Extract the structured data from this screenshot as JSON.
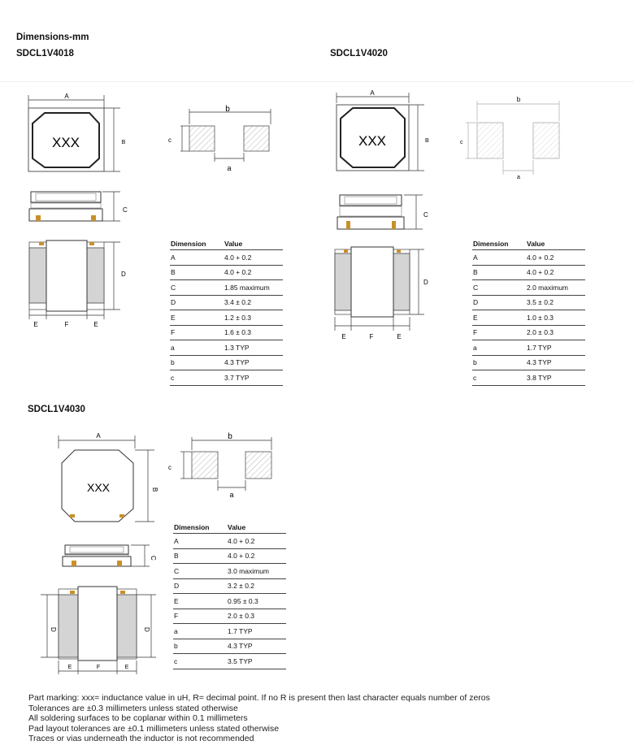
{
  "header": {
    "title": "Dimensions-mm",
    "part1": "SDCL1V4018",
    "part2": "SDCL1V4020",
    "part3": "SDCL1V4030"
  },
  "marking": "XXX",
  "labels": {
    "A": "A",
    "B": "B",
    "C": "C",
    "D": "D",
    "E": "E",
    "F": "F",
    "a": "a",
    "b": "b",
    "c": "c"
  },
  "table_headers": {
    "dimension": "Dimension",
    "value": "Value"
  },
  "tables": {
    "t4018": [
      [
        "A",
        "4.0 + 0.2"
      ],
      [
        "B",
        "4.0 + 0.2"
      ],
      [
        "C",
        "1.85 maximum"
      ],
      [
        "D",
        "3.4 ± 0.2"
      ],
      [
        "E",
        "1.2 ± 0.3"
      ],
      [
        "F",
        "1.6 ± 0.3"
      ],
      [
        "a",
        "1.3 TYP"
      ],
      [
        "b",
        "4.3 TYP"
      ],
      [
        "c",
        "3.7 TYP"
      ]
    ],
    "t4020": [
      [
        "A",
        "4.0 + 0.2"
      ],
      [
        "B",
        "4.0 + 0.2"
      ],
      [
        "C",
        "2.0 maximum"
      ],
      [
        "D",
        "3.5 ± 0.2"
      ],
      [
        "E",
        "1.0 ± 0.3"
      ],
      [
        "F",
        "2.0 ± 0.3"
      ],
      [
        "a",
        "1.7 TYP"
      ],
      [
        "b",
        "4.3 TYP"
      ],
      [
        "c",
        "3.8 TYP"
      ]
    ],
    "t4030": [
      [
        "A",
        "4.0 + 0.2"
      ],
      [
        "B",
        "4.0 + 0.2"
      ],
      [
        "C",
        "3.0 maximum"
      ],
      [
        "D",
        "3.2 ± 0.2"
      ],
      [
        "E",
        "0.95 ± 0.3"
      ],
      [
        "F",
        "2.0 ± 0.3"
      ],
      [
        "a",
        "1.7 TYP"
      ],
      [
        "b",
        "4.3 TYP"
      ],
      [
        "c",
        "3.5 TYP"
      ]
    ]
  },
  "notes": [
    "Part marking: xxx= inductance value in uH, R= decimal point. If no R is present then last character equals number of zeros",
    "Tolerances are ±0.3 millimeters unless stated otherwise",
    "All soldering surfaces to be coplanar within 0.1 millimeters",
    "Pad layout tolerances are ±0.1 millimeters unless stated otherwise",
    "Traces or vias underneath the inductor is not recommended"
  ]
}
